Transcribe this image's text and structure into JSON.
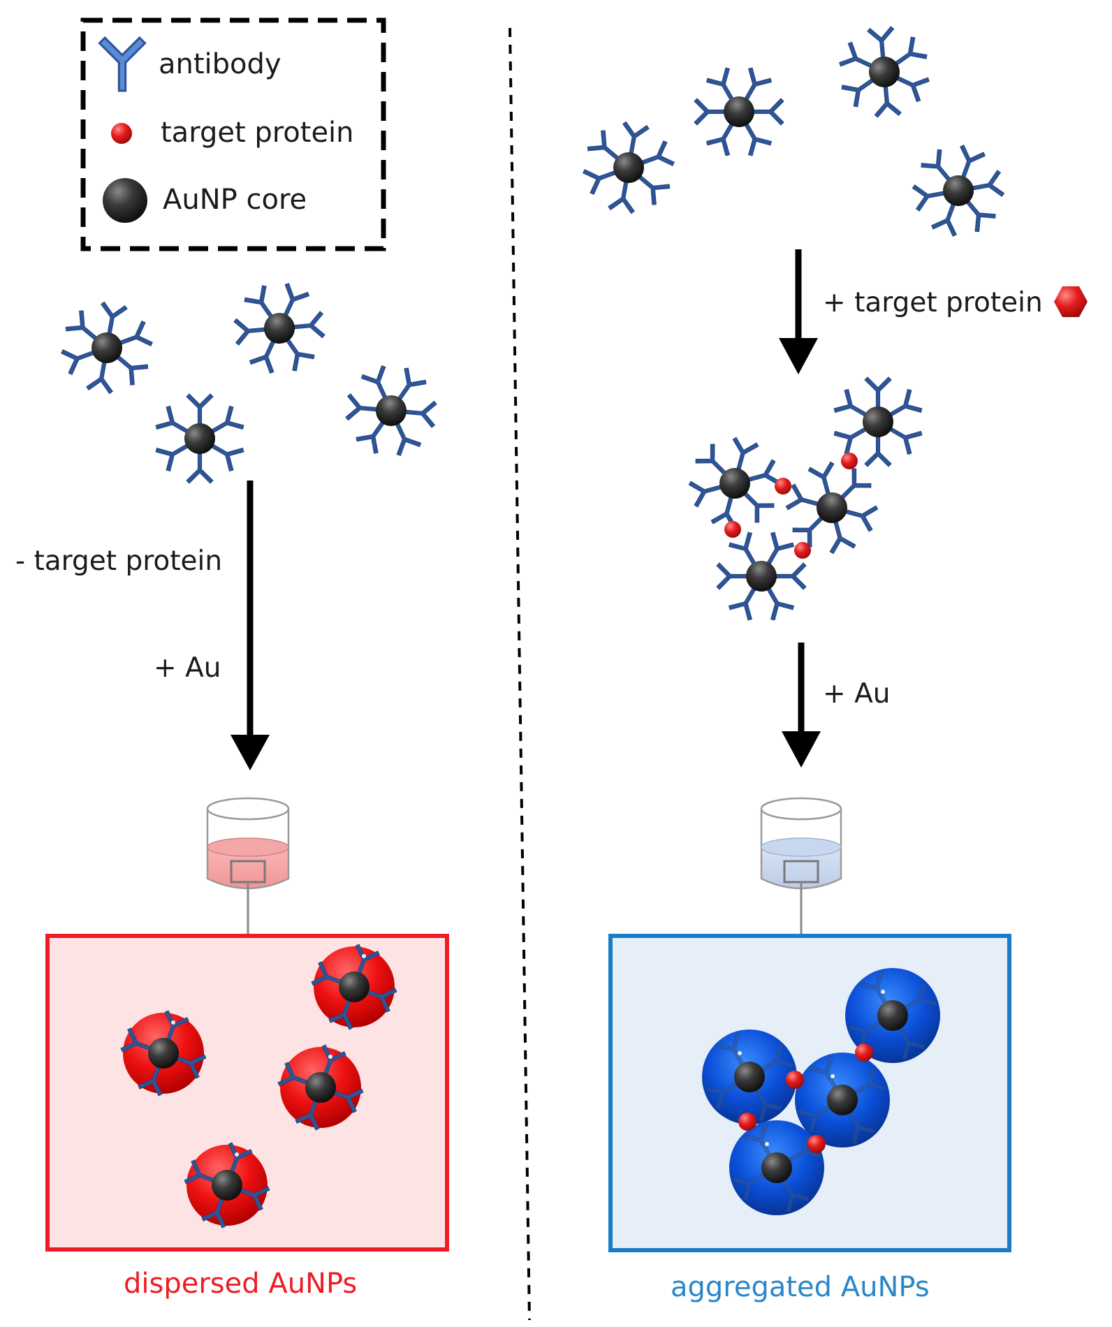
{
  "legend": {
    "antibody": "antibody",
    "target_protein": "target protein",
    "aunp_core": "AuNP core"
  },
  "left": {
    "step_remove": "- target protein",
    "step_au": "+ Au",
    "caption": "dispersed AuNPs"
  },
  "right": {
    "step_add": "+ target protein",
    "step_au": "+ Au",
    "caption": "aggregated AuNPs"
  },
  "colors": {
    "antibody": "#2e5597",
    "protein": "#e02020",
    "core": "#2b2b2b",
    "dispersed": "#ee1c25",
    "dispersed_bg": "#fde3e3",
    "aggregated": "#1a7cc6",
    "aggregated_bg": "#e6eef7",
    "aggregated_caption": "#2a86c8"
  }
}
